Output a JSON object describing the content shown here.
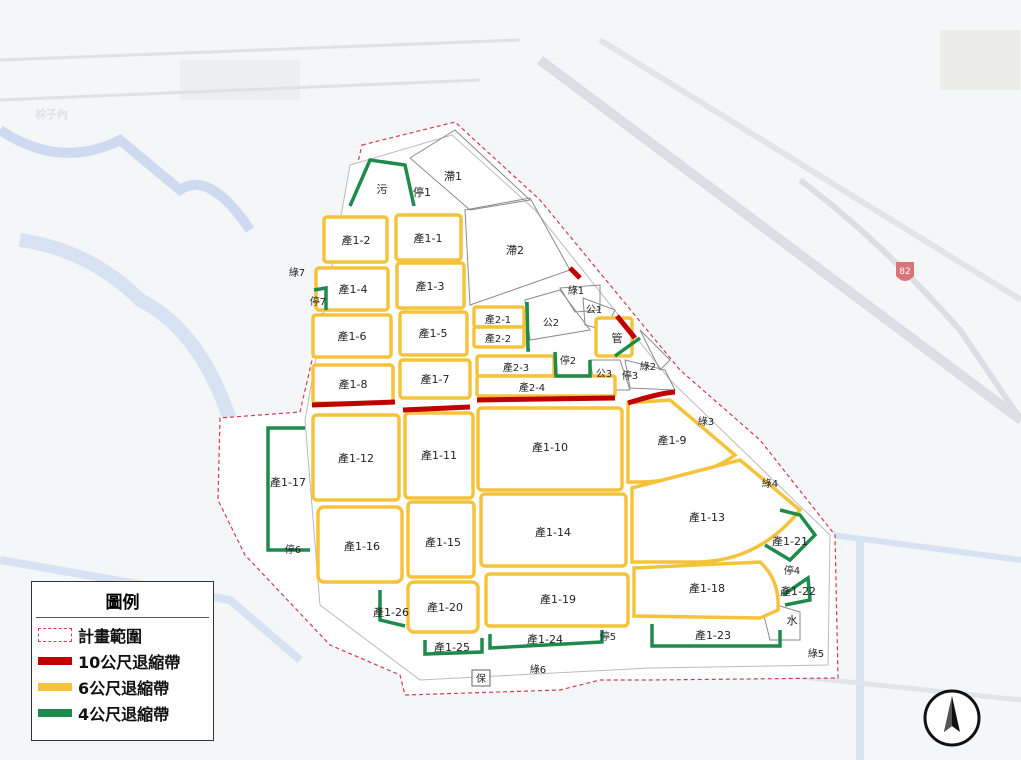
{
  "map": {
    "place_name": "林子內",
    "highway_shield": "82",
    "parcels": [
      {
        "id": "污"
      },
      {
        "id": "停1"
      },
      {
        "id": "滯1"
      },
      {
        "id": "滯2"
      },
      {
        "id": "產1-1"
      },
      {
        "id": "產1-2"
      },
      {
        "id": "產1-3"
      },
      {
        "id": "產1-4"
      },
      {
        "id": "產1-5"
      },
      {
        "id": "產1-6"
      },
      {
        "id": "產1-7"
      },
      {
        "id": "產1-8"
      },
      {
        "id": "產1-9"
      },
      {
        "id": "產1-10"
      },
      {
        "id": "產1-11"
      },
      {
        "id": "產1-12"
      },
      {
        "id": "產1-13"
      },
      {
        "id": "產1-14"
      },
      {
        "id": "產1-15"
      },
      {
        "id": "產1-16"
      },
      {
        "id": "產1-17"
      },
      {
        "id": "產1-18"
      },
      {
        "id": "產1-19"
      },
      {
        "id": "產1-20"
      },
      {
        "id": "產1-21"
      },
      {
        "id": "產1-22"
      },
      {
        "id": "產1-23"
      },
      {
        "id": "產1-24"
      },
      {
        "id": "產1-25"
      },
      {
        "id": "產1-26"
      },
      {
        "id": "產2-1"
      },
      {
        "id": "產2-2"
      },
      {
        "id": "產2-3"
      },
      {
        "id": "產2-4"
      },
      {
        "id": "綠1"
      },
      {
        "id": "綠2"
      },
      {
        "id": "綠3"
      },
      {
        "id": "綠4"
      },
      {
        "id": "綠5"
      },
      {
        "id": "綠6"
      },
      {
        "id": "綠7"
      },
      {
        "id": "公1"
      },
      {
        "id": "公2"
      },
      {
        "id": "公3"
      },
      {
        "id": "停2"
      },
      {
        "id": "停3"
      },
      {
        "id": "停4"
      },
      {
        "id": "停5"
      },
      {
        "id": "停6"
      },
      {
        "id": "停7"
      },
      {
        "id": "管"
      },
      {
        "id": "水"
      },
      {
        "id": "保"
      }
    ]
  },
  "legend": {
    "title": "圖例",
    "items": [
      {
        "label": "計畫範圍",
        "style": "dashed-boundary",
        "color": "#d23c4a"
      },
      {
        "label": "10公尺退縮帶",
        "style": "solid",
        "color": "#c00000"
      },
      {
        "label": "6公尺退縮帶",
        "style": "solid",
        "color": "#f5c33b"
      },
      {
        "label": "4公尺退縮帶",
        "style": "solid",
        "color": "#1e8a4c"
      }
    ]
  },
  "north_arrow": {
    "icon": "north-arrow-icon"
  }
}
